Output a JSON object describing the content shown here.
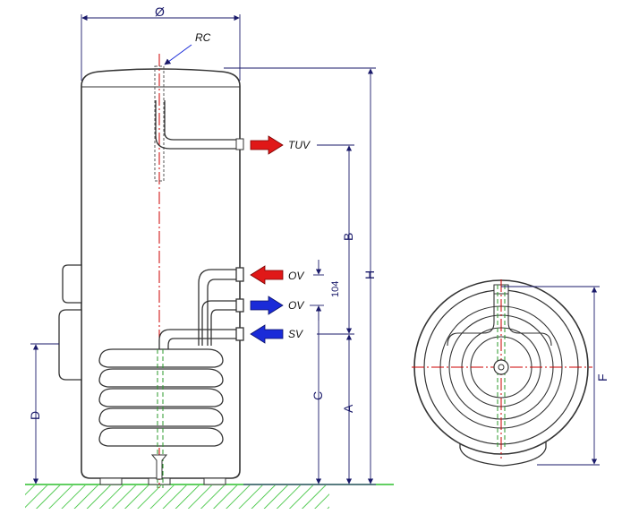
{
  "labels": {
    "diameter": "Ø",
    "rc": "RC",
    "tuv": "TUV",
    "ov_upper": "OV",
    "ov_lower": "OV",
    "sv": "SV",
    "dim_h": "H",
    "dim_b": "B",
    "dim_a": "A",
    "dim_c": "C",
    "dim_d": "D",
    "dim_f": "F",
    "dim_104": "104"
  },
  "colors": {
    "outline": "#333333",
    "dimension": "#1a1a6a",
    "hot_arrow": "#e01818",
    "cold_arrow": "#1a2bd8",
    "center_line": "#cc0000",
    "sensor_line": "#2a9a2a",
    "ground_hatch": "#2fbf2f"
  }
}
